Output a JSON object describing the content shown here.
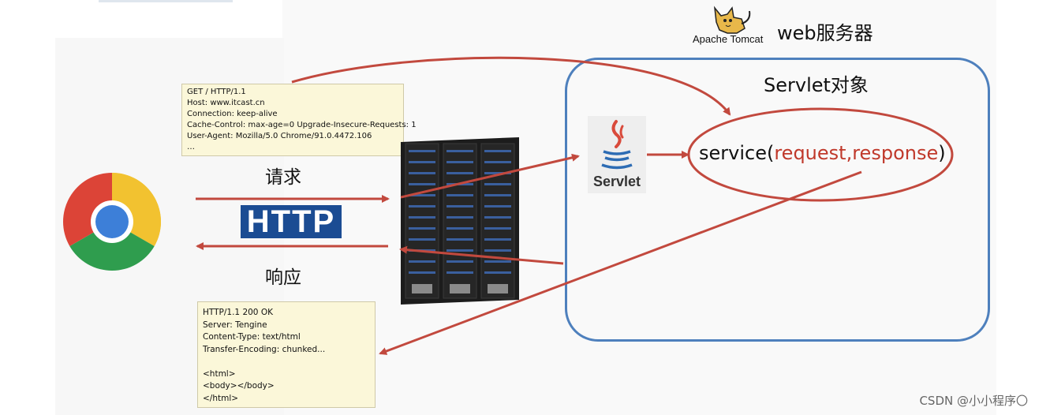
{
  "request_note": {
    "lines": [
      "GET / HTTP/1.1",
      "Host: www.itcast.cn",
      "Connection: keep-alive",
      "Cache-Control: max-age=0 Upgrade-Insecure-Requests: 1",
      "User-Agent: Mozilla/5.0 Chrome/91.0.4472.106",
      "…"
    ]
  },
  "response_note": {
    "lines": [
      "HTTP/1.1 200 OK",
      "Server: Tengine",
      "Content-Type: text/html",
      "Transfer-Encoding: chunked...",
      "",
      "<html>",
      "<body></body>",
      "</html>"
    ]
  },
  "labels": {
    "request": "请求",
    "response": "响应",
    "http": "HTTP"
  },
  "server": {
    "tomcat_caption": "Apache Tomcat",
    "web_server_title": "web服务器",
    "servlet_object_title": "Servlet对象",
    "servlet_logo_label": "Servlet",
    "service_name": "service(",
    "service_param_request": "request",
    "service_comma": ",",
    "service_param_response": "response",
    "service_close": ")"
  },
  "watermark": "CSDN @小小程序〇",
  "colors": {
    "arrow": "#c2493e",
    "servlet_box_border": "#4e80bd",
    "http_logo": "#1b4c93",
    "note_bg": "#fbf7d9",
    "param_text": "#c0392b"
  },
  "icons": [
    "chrome-browser-icon",
    "server-rack-icon",
    "tomcat-cat-icon",
    "java-cup-icon"
  ]
}
